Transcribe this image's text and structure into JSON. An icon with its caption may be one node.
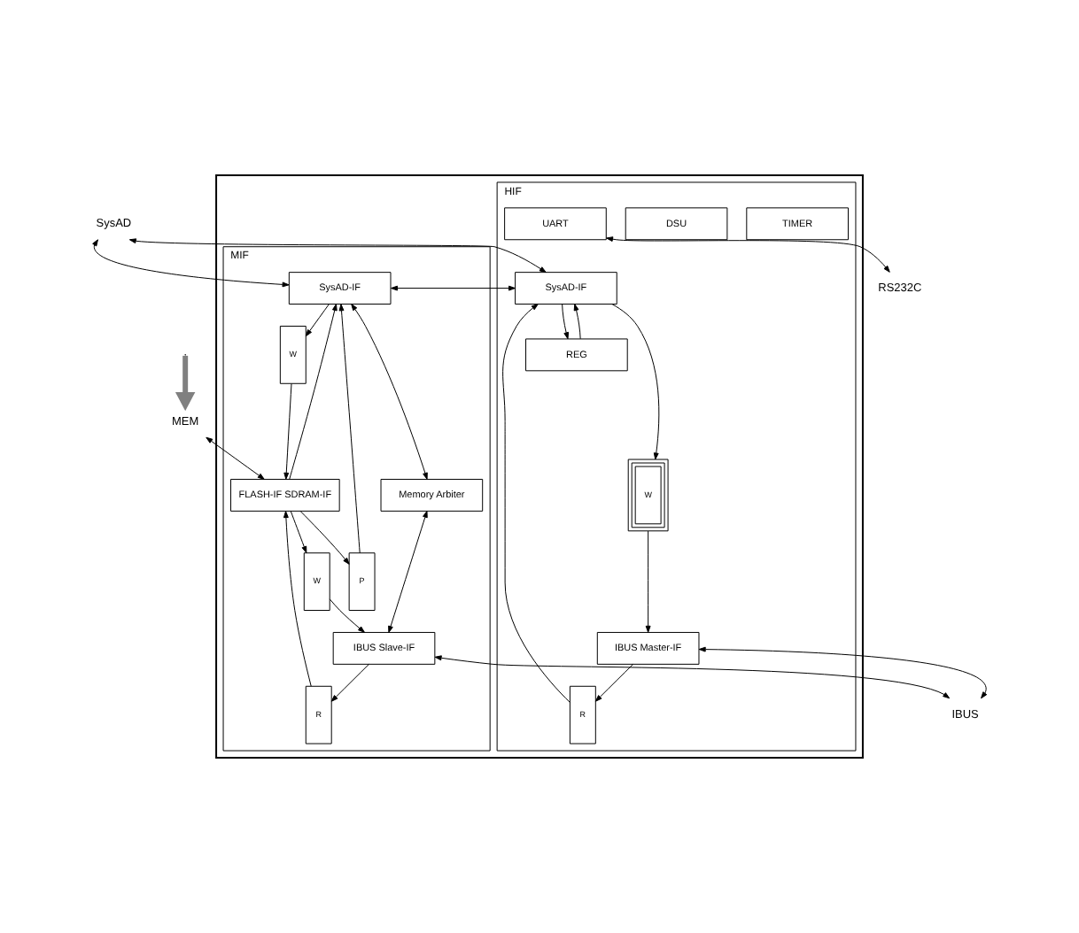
{
  "diagram": {
    "nodes": [
      {
        "text": [],
        "shape": "box"
      },
      {
        "text": [
          "MIF"
        ],
        "in": 0
      },
      {
        "text": [
          "HIF"
        ],
        "in": 0
      },
      {
        "text": [
          "SysAD-IF"
        ],
        "in": 1
      },
      {
        "text": [
          "P"
        ],
        "in": 1
      },
      {
        "text": [
          "W"
        ],
        "in": 1
      },
      {
        "text": [
          "FLASH-IF SDRAM-IF"
        ],
        "in": 1
      },
      {
        "text": [
          "Memory Arbiter"
        ],
        "in": 1
      },
      {
        "text": [
          "R"
        ],
        "in": 1
      },
      {
        "text": [
          "W"
        ],
        "in": 1
      },
      {
        "text": [
          "IBUS Slave-IF"
        ],
        "in": 1
      },
      {
        "text": [
          "SysAD-IF"
        ],
        "in": 2
      },
      {
        "text": [
          "W"
        ],
        "in": 2
      },
      {
        "text": [
          "REG"
        ],
        "in": 2
      },
      {
        "text": [
          "TIMER"
        ],
        "in": 2
      },
      {
        "text": [
          "DSU"
        ],
        "in": 2
      },
      {
        "text": [
          "UART"
        ],
        "in": 2
      },
      {
        "text": [
          "R"
        ],
        "in": 2
      },
      {
        "text": [
          "IBUS Master-IF"
        ],
        "in": 2
      },
      {
        "text": [
          "SysAD"
        ]
      },
      {
        "text": [
          "IBUS"
        ]
      },
      {
        "text": [
          "MEM"
        ]
      },
      {
        "text": [
          "RS232C"
        ]
      }
    ],
    "edges": [
      {
        "from": 19,
        "to": 3,
        "arrow": "both"
      },
      {
        "from": 19,
        "to": 11,
        "arrow": "both"
      },
      {
        "from": 3,
        "to": 11,
        "arrow": "both"
      },
      {
        "from": 6,
        "to": 4,
        "arrow": "to"
      },
      {
        "from": 4,
        "to": 3,
        "arrow": "to"
      },
      {
        "from": 6,
        "to": 3,
        "arrow": "to"
      },
      {
        "from": 3,
        "to": 5,
        "arrow": "to"
      },
      {
        "from": 5,
        "to": 6,
        "arrow": "to"
      },
      {
        "from": 3,
        "to": 7,
        "arrow": "both"
      },
      {
        "from": 10,
        "to": 8,
        "arrow": "to"
      },
      {
        "from": 8,
        "to": 6,
        "arrow": "to"
      },
      {
        "from": 6,
        "to": 9,
        "arrow": "to"
      },
      {
        "from": 9,
        "to": 10,
        "arrow": "to"
      },
      {
        "from": 7,
        "to": 10,
        "arrow": "both"
      },
      {
        "from": 10,
        "to": 20,
        "arrow": "both"
      },
      {
        "from": 11,
        "to": 12,
        "arrow": "to"
      },
      {
        "from": 11,
        "to": 13,
        "arrow": "to"
      },
      {
        "from": 13,
        "to": 11,
        "arrow": "to"
      },
      {
        "from": 12,
        "to": 18,
        "arrow": "to"
      },
      {
        "from": 18,
        "to": 17,
        "arrow": "to"
      },
      {
        "from": 17,
        "to": 11,
        "arrow": "to"
      },
      {
        "from": 18,
        "to": 20,
        "arrow": "both"
      },
      {
        "from": 21,
        "to": 6,
        "arrow": "both"
      },
      {
        "from": 16,
        "to": 22,
        "arrow": "both"
      },
      {
        "from": null,
        "to": 21,
        "arrow": "to",
        "style": "thick",
        "color": "#808080"
      }
    ]
  }
}
